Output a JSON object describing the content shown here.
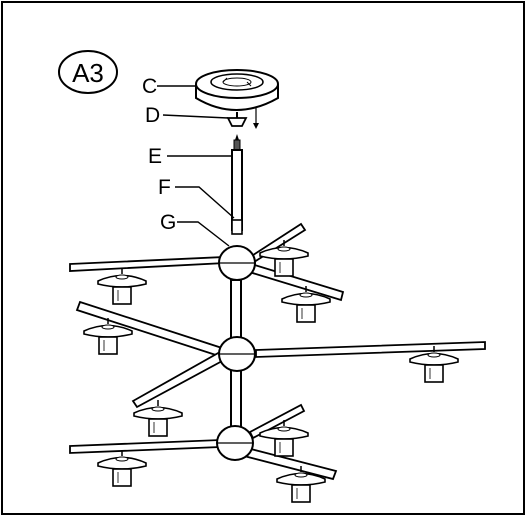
{
  "figure": {
    "step_badge": "A3",
    "callouts": [
      "C",
      "D",
      "E",
      "F",
      "G"
    ]
  }
}
